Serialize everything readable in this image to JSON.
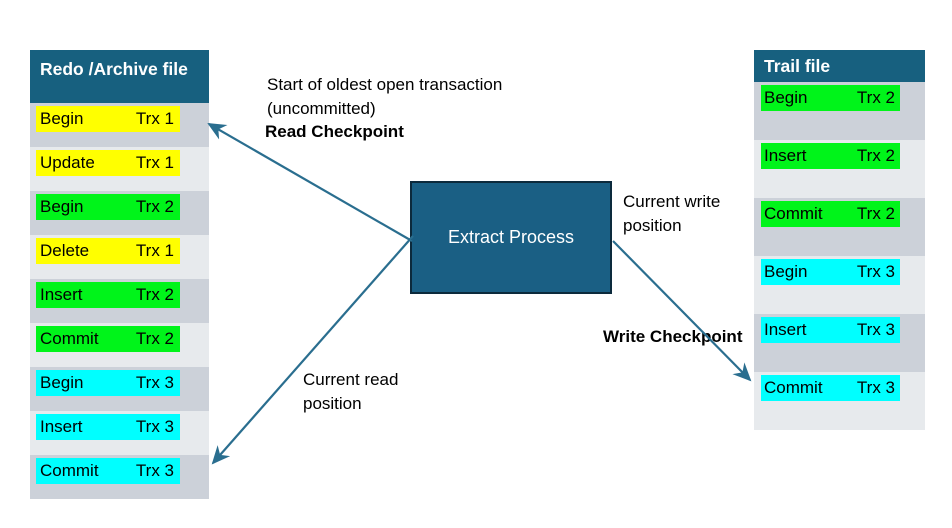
{
  "redo_file": {
    "title": "Redo /Archive file",
    "rows": [
      {
        "op": "Begin",
        "trx": "Trx 1",
        "highlight": "yellow"
      },
      {
        "op": "Update",
        "trx": "Trx 1",
        "highlight": "yellow"
      },
      {
        "op": "Begin",
        "trx": "Trx 2",
        "highlight": "green"
      },
      {
        "op": "Delete",
        "trx": "Trx 1",
        "highlight": "yellow"
      },
      {
        "op": "Insert",
        "trx": "Trx 2",
        "highlight": "green"
      },
      {
        "op": "Commit",
        "trx": "Trx 2",
        "highlight": "green"
      },
      {
        "op": "Begin",
        "trx": "Trx 3",
        "highlight": "cyan"
      },
      {
        "op": "Insert",
        "trx": "Trx 3",
        "highlight": "cyan"
      },
      {
        "op": "Commit",
        "trx": "Trx 3",
        "highlight": "cyan"
      }
    ]
  },
  "trail_file": {
    "title": "Trail file",
    "rows": [
      {
        "op": "Begin",
        "trx": "Trx 2",
        "highlight": "green"
      },
      {
        "op": "Insert",
        "trx": "Trx 2",
        "highlight": "green"
      },
      {
        "op": "Commit",
        "trx": "Trx 2",
        "highlight": "green"
      },
      {
        "op": "Begin",
        "trx": "Trx 3",
        "highlight": "cyan"
      },
      {
        "op": "Insert",
        "trx": "Trx 3",
        "highlight": "cyan"
      },
      {
        "op": "Commit",
        "trx": "Trx 3",
        "highlight": "cyan"
      }
    ]
  },
  "process": {
    "label": "Extract Process"
  },
  "annotations": {
    "read_title": "Start of oldest open transaction (uncommitted)",
    "read_checkpoint": "Read  Checkpoint",
    "current_read": "Current read position",
    "current_write": "Current write position",
    "write_checkpoint": "Write Checkpoint"
  },
  "colors": {
    "header_blue": "#17607f",
    "process_fill": "#1a5f84",
    "process_border": "#0c2a3c",
    "arrow": "#2a6e8f",
    "row_dark": "#ccd1d9",
    "row_light": "#e7eaed",
    "highlight_yellow": "#ffff00",
    "highlight_green": "#00f41a",
    "highlight_cyan": "#00ffff"
  }
}
